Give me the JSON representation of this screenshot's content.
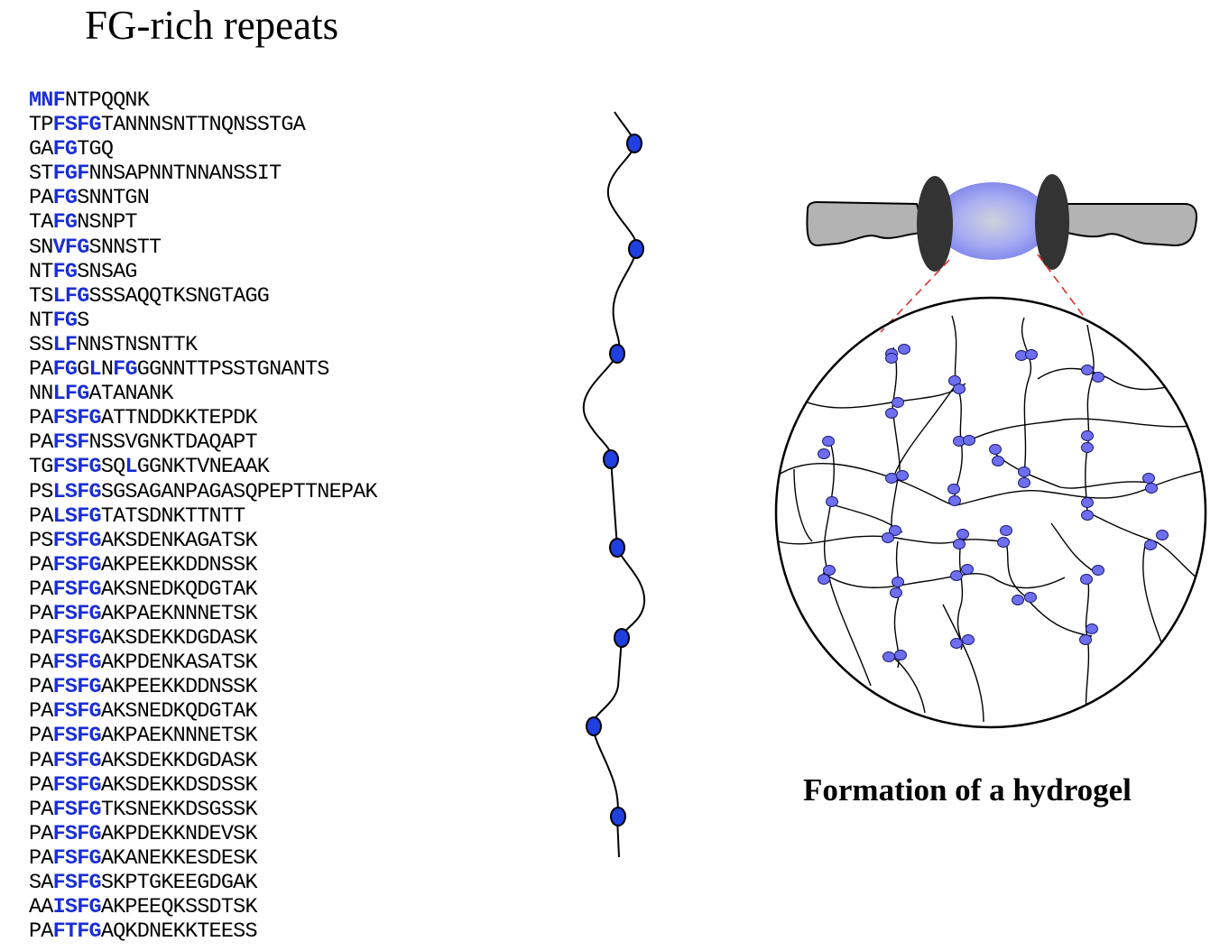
{
  "title": "FG-rich repeats",
  "caption": "Formation of a hydrogel",
  "colors": {
    "highlight": "#1a2ed6",
    "dot": "#1f3fe0",
    "gel_dot": "#6e6ef0",
    "pore": "#a9aef2",
    "ring": "#333333",
    "wing": "#b3b3b3",
    "dash": "#d9302a"
  },
  "sequences": [
    {
      "parts": [
        {
          "t": "MNF",
          "hl": true
        },
        {
          "t": "NTPQQNK",
          "hl": false
        }
      ]
    },
    {
      "parts": [
        {
          "t": "TP",
          "hl": false
        },
        {
          "t": "FSFG",
          "hl": true
        },
        {
          "t": "TANNNSNTTNQNSSTGA",
          "hl": false
        }
      ]
    },
    {
      "parts": [
        {
          "t": "GA",
          "hl": false
        },
        {
          "t": "FG",
          "hl": true
        },
        {
          "t": "TGQ",
          "hl": false
        }
      ]
    },
    {
      "parts": [
        {
          "t": "ST",
          "hl": false
        },
        {
          "t": "FGF",
          "hl": true
        },
        {
          "t": "NNSAPNNTNNANSSIT",
          "hl": false
        }
      ]
    },
    {
      "parts": [
        {
          "t": "PA",
          "hl": false
        },
        {
          "t": "FG",
          "hl": true
        },
        {
          "t": "SNNTGN",
          "hl": false
        }
      ]
    },
    {
      "parts": [
        {
          "t": "TA",
          "hl": false
        },
        {
          "t": "FG",
          "hl": true
        },
        {
          "t": "NSNPT",
          "hl": false
        }
      ]
    },
    {
      "parts": [
        {
          "t": "SN",
          "hl": false
        },
        {
          "t": "VFG",
          "hl": true
        },
        {
          "t": "SNNSTT",
          "hl": false
        }
      ]
    },
    {
      "parts": [
        {
          "t": "NT",
          "hl": false
        },
        {
          "t": "FG",
          "hl": true
        },
        {
          "t": "SNSAG",
          "hl": false
        }
      ]
    },
    {
      "parts": [
        {
          "t": "TS",
          "hl": false
        },
        {
          "t": "LFG",
          "hl": true
        },
        {
          "t": "SSSAQQTKSNGTAGG",
          "hl": false
        }
      ]
    },
    {
      "parts": [
        {
          "t": "NT",
          "hl": false
        },
        {
          "t": "FG",
          "hl": true
        },
        {
          "t": "S",
          "hl": false
        }
      ]
    },
    {
      "parts": [
        {
          "t": "SS",
          "hl": false
        },
        {
          "t": "LF",
          "hl": true
        },
        {
          "t": "NNSTNSNTTK",
          "hl": false
        }
      ]
    },
    {
      "parts": [
        {
          "t": "PA",
          "hl": false
        },
        {
          "t": "FG",
          "hl": true
        },
        {
          "t": "G",
          "hl": false
        },
        {
          "t": "L",
          "hl": true
        },
        {
          "t": "N",
          "hl": false
        },
        {
          "t": "FG",
          "hl": true
        },
        {
          "t": "GGNNTTPSSTGNANTS",
          "hl": false
        }
      ]
    },
    {
      "parts": [
        {
          "t": "NN",
          "hl": false
        },
        {
          "t": "LFG",
          "hl": true
        },
        {
          "t": "ATANANK",
          "hl": false
        }
      ]
    },
    {
      "parts": [
        {
          "t": "PA",
          "hl": false
        },
        {
          "t": "FSFG",
          "hl": true
        },
        {
          "t": "ATTNDDKKTEPDK",
          "hl": false
        }
      ]
    },
    {
      "parts": [
        {
          "t": "PA",
          "hl": false
        },
        {
          "t": "FSF",
          "hl": true
        },
        {
          "t": "NSSVGNKTDAQAPT",
          "hl": false
        }
      ]
    },
    {
      "parts": [
        {
          "t": "TG",
          "hl": false
        },
        {
          "t": "FSFG",
          "hl": true
        },
        {
          "t": "SQ",
          "hl": false
        },
        {
          "t": "L",
          "hl": true
        },
        {
          "t": "GGNKTVNEAAK",
          "hl": false
        }
      ]
    },
    {
      "parts": [
        {
          "t": "PS",
          "hl": false
        },
        {
          "t": "LSFG",
          "hl": true
        },
        {
          "t": "SGSAGANPAGASQPEPTTNEPAK",
          "hl": false
        }
      ]
    },
    {
      "parts": [
        {
          "t": "PA",
          "hl": false
        },
        {
          "t": "LSFG",
          "hl": true
        },
        {
          "t": "TATSDNKTTNTT",
          "hl": false
        }
      ]
    },
    {
      "parts": [
        {
          "t": "PS",
          "hl": false
        },
        {
          "t": "FSFG",
          "hl": true
        },
        {
          "t": "AKSDENKAGATSK",
          "hl": false
        }
      ]
    },
    {
      "parts": [
        {
          "t": "PA",
          "hl": false
        },
        {
          "t": "FSFG",
          "hl": true
        },
        {
          "t": "AKPEEKKDDNSSK",
          "hl": false
        }
      ]
    },
    {
      "parts": [
        {
          "t": "PA",
          "hl": false
        },
        {
          "t": "FSFG",
          "hl": true
        },
        {
          "t": "AKSNEDKQDGTAK",
          "hl": false
        }
      ]
    },
    {
      "parts": [
        {
          "t": "PA",
          "hl": false
        },
        {
          "t": "FSFG",
          "hl": true
        },
        {
          "t": "AKPAEKNNNETSK",
          "hl": false
        }
      ]
    },
    {
      "parts": [
        {
          "t": "PA",
          "hl": false
        },
        {
          "t": "FSFG",
          "hl": true
        },
        {
          "t": "AKSDEKKDGDASK",
          "hl": false
        }
      ]
    },
    {
      "parts": [
        {
          "t": "PA",
          "hl": false
        },
        {
          "t": "FSFG",
          "hl": true
        },
        {
          "t": "AKPDENKASATSK",
          "hl": false
        }
      ]
    },
    {
      "parts": [
        {
          "t": "PA",
          "hl": false
        },
        {
          "t": "FSFG",
          "hl": true
        },
        {
          "t": "AKPEEKKDDNSSK",
          "hl": false
        }
      ]
    },
    {
      "parts": [
        {
          "t": "PA",
          "hl": false
        },
        {
          "t": "FSFG",
          "hl": true
        },
        {
          "t": "AKSNEDKQDGTAK",
          "hl": false
        }
      ]
    },
    {
      "parts": [
        {
          "t": "PA",
          "hl": false
        },
        {
          "t": "FSFG",
          "hl": true
        },
        {
          "t": "AKPAEKNNNETSK",
          "hl": false
        }
      ]
    },
    {
      "parts": [
        {
          "t": "PA",
          "hl": false
        },
        {
          "t": "FSFG",
          "hl": true
        },
        {
          "t": "AKSDEKKDGDASK",
          "hl": false
        }
      ]
    },
    {
      "parts": [
        {
          "t": "PA",
          "hl": false
        },
        {
          "t": "FSFG",
          "hl": true
        },
        {
          "t": "AKSDEKKDSDSSK",
          "hl": false
        }
      ]
    },
    {
      "parts": [
        {
          "t": "PA",
          "hl": false
        },
        {
          "t": "FSFG",
          "hl": true
        },
        {
          "t": "TKSNEKKDSGSSK",
          "hl": false
        }
      ]
    },
    {
      "parts": [
        {
          "t": "PA",
          "hl": false
        },
        {
          "t": "FSFG",
          "hl": true
        },
        {
          "t": "AKPDEKKNDEVSK",
          "hl": false
        }
      ]
    },
    {
      "parts": [
        {
          "t": "PA",
          "hl": false
        },
        {
          "t": "FSFG",
          "hl": true
        },
        {
          "t": "AKANEKKESDESK",
          "hl": false
        }
      ]
    },
    {
      "parts": [
        {
          "t": "SA",
          "hl": false
        },
        {
          "t": "FSFG",
          "hl": true
        },
        {
          "t": "SKPTGKEEGDGAK",
          "hl": false
        }
      ]
    },
    {
      "parts": [
        {
          "t": "AA",
          "hl": false
        },
        {
          "t": "ISFG",
          "hl": true
        },
        {
          "t": "AKPEEQKSSDTSK",
          "hl": false
        }
      ]
    },
    {
      "parts": [
        {
          "t": "PA",
          "hl": false
        },
        {
          "t": "FTFG",
          "hl": true
        },
        {
          "t": "AQKDNEKKTEESS",
          "hl": false
        }
      ]
    }
  ],
  "figure": {
    "chain_icon": "fg-chain-with-binding-dots",
    "pore_icon": "nuclear-pore-complex",
    "network_icon": "hydrogel-network"
  }
}
